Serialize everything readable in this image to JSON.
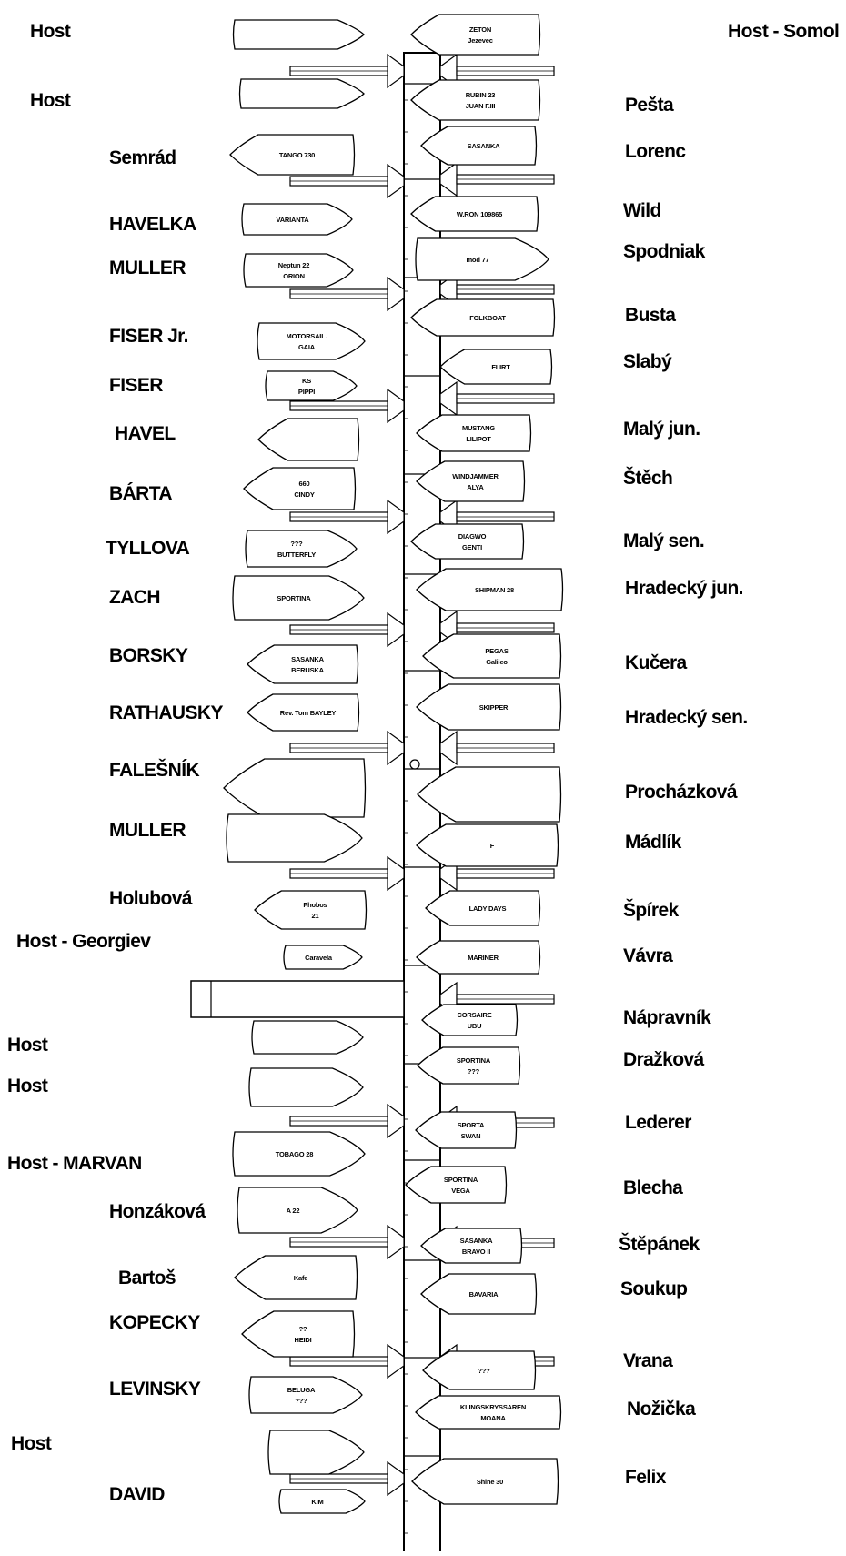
{
  "colors": {
    "ink": "#000000",
    "paper": "#ffffff"
  },
  "left_slots": [
    {
      "owner": "Host",
      "boat": [],
      "hull": "blunt-left"
    },
    {
      "owner": "Host",
      "boat": [],
      "hull": "blunt-left"
    },
    {
      "owner": "Semrád",
      "boat": [
        "TANGO 730"
      ],
      "hull": "bow-left"
    },
    {
      "owner": "HAVELKA",
      "boat": [
        "VARIANTA"
      ],
      "hull": "bow-right"
    },
    {
      "owner": "MULLER",
      "boat": [
        "Neptun 22",
        "ORION"
      ],
      "hull": "bow-right"
    },
    {
      "owner": "FISER Jr.",
      "boat": [
        "MOTORSAIL.",
        "GAIA"
      ],
      "hull": "bow-right"
    },
    {
      "owner": "FISER",
      "boat": [
        "KS",
        "PIPPI"
      ],
      "hull": "bow-right"
    },
    {
      "owner": "HAVEL",
      "boat": [],
      "hull": "bow-left"
    },
    {
      "owner": "BÁRTA",
      "boat": [
        "660",
        "CINDY"
      ],
      "hull": "bow-left"
    },
    {
      "owner": "TYLLOVA",
      "boat": [
        "???",
        "BUTTERFLY"
      ],
      "hull": "bow-right"
    },
    {
      "owner": "ZACH",
      "boat": [
        "SPORTINA"
      ],
      "hull": "bow-right"
    },
    {
      "owner": "BORSKY",
      "boat": [
        "SASANKA",
        "BERUSKA"
      ],
      "hull": "bow-left"
    },
    {
      "owner": "RATHAUSKY",
      "boat": [
        "Rev. Tom BAYLEY"
      ],
      "hull": "bow-left"
    },
    {
      "owner": "FALEŠNÍK",
      "boat": [],
      "hull": "bow-left"
    },
    {
      "owner": "MULLER",
      "boat": [],
      "hull": "bow-right"
    },
    {
      "owner": "Holubová",
      "boat": [
        "Phobos",
        "21"
      ],
      "hull": "bow-left"
    },
    {
      "owner": "Host - Georgiev",
      "boat": [
        "Caravela"
      ],
      "hull": "bow-right"
    },
    {
      "owner": "Host",
      "boat": [],
      "hull": "bow-right"
    },
    {
      "owner": "Host",
      "boat": [],
      "hull": "bow-right"
    },
    {
      "owner": "Host - MARVAN",
      "boat": [
        "TOBAGO 28"
      ],
      "hull": "bow-right"
    },
    {
      "owner": "Honzáková",
      "boat": [
        "A 22"
      ],
      "hull": "bow-right"
    },
    {
      "owner": "Bartoš",
      "boat": [
        "Kafe"
      ],
      "hull": "bow-left"
    },
    {
      "owner": "KOPECKY",
      "boat": [
        "??",
        "HEIDI"
      ],
      "hull": "bow-left"
    },
    {
      "owner": "LEVINSKY",
      "boat": [
        "BELUGA",
        "???"
      ],
      "hull": "bow-right"
    },
    {
      "owner": "Host",
      "boat": [],
      "hull": "bow-right"
    },
    {
      "owner": "DAVID",
      "boat": [
        "KIM"
      ],
      "hull": "bow-right"
    }
  ],
  "right_slots": [
    {
      "owner": "Host - Somol",
      "boat": [
        "ZETON",
        "Jezevec"
      ],
      "hull": "bow-left"
    },
    {
      "owner": "Pešta",
      "boat": [
        "RUBIN 23",
        "JUAN F.III"
      ],
      "hull": "bow-left"
    },
    {
      "owner": "Lorenc",
      "boat": [
        "SASANKA"
      ],
      "hull": "bow-left"
    },
    {
      "owner": "Wild",
      "boat": [
        "W.RON 109865"
      ],
      "hull": "bow-left"
    },
    {
      "owner": "Spodniak",
      "boat": [
        "mod 77"
      ],
      "hull": "bow-right"
    },
    {
      "owner": "Busta",
      "boat": [
        "FOLKBOAT"
      ],
      "hull": "bow-left"
    },
    {
      "owner": "Slabý",
      "boat": [
        "FLIRT"
      ],
      "hull": "bow-left"
    },
    {
      "owner": "Malý jun.",
      "boat": [
        "MUSTANG",
        "LILIPOT"
      ],
      "hull": "bow-left"
    },
    {
      "owner": "Štěch",
      "boat": [
        "WINDJAMMER",
        "ALYA"
      ],
      "hull": "bow-left"
    },
    {
      "owner": "Malý sen.",
      "boat": [
        "DIAGWO",
        "GENTI"
      ],
      "hull": "bow-left"
    },
    {
      "owner": "Hradecký jun.",
      "boat": [
        "SHIPMAN 28"
      ],
      "hull": "bow-left"
    },
    {
      "owner": "Kučera",
      "boat": [
        "PEGAS",
        "Galileo"
      ],
      "hull": "bow-left"
    },
    {
      "owner": "Hradecký sen.",
      "boat": [
        "SKIPPER"
      ],
      "hull": "bow-left"
    },
    {
      "owner": "Procházková",
      "boat": [],
      "hull": "bow-left"
    },
    {
      "owner": "Mádlík",
      "boat": [
        "F"
      ],
      "hull": "bow-left"
    },
    {
      "owner": "Špírek",
      "boat": [
        "LADY DAYS"
      ],
      "hull": "bow-left"
    },
    {
      "owner": "Vávra",
      "boat": [
        "MARINER"
      ],
      "hull": "bow-left"
    },
    {
      "owner": "Nápravník",
      "boat": [
        "CORSAIRE",
        "UBU"
      ],
      "hull": "bow-left"
    },
    {
      "owner": "Dražková",
      "boat": [
        "SPORTINA",
        "???"
      ],
      "hull": "bow-left"
    },
    {
      "owner": "Lederer",
      "boat": [
        "SPORTA",
        "SWAN"
      ],
      "hull": "bow-left"
    },
    {
      "owner": "Blecha",
      "boat": [
        "SPORTINA",
        "VEGA"
      ],
      "hull": "bow-left"
    },
    {
      "owner": "Štěpánek",
      "boat": [
        "SASANKA",
        "BRAVO II"
      ],
      "hull": "bow-left"
    },
    {
      "owner": "Soukup",
      "boat": [
        "BAVARIA"
      ],
      "hull": "bow-left"
    },
    {
      "owner": "Vrana",
      "boat": [
        "???"
      ],
      "hull": "bow-left"
    },
    {
      "owner": "Nožička",
      "boat": [
        "KLINGSKRYSSAREN",
        "MOANA"
      ],
      "hull": "bow-left"
    },
    {
      "owner": "Felix",
      "boat": [
        "Shine 30"
      ],
      "hull": "bow-left"
    }
  ]
}
